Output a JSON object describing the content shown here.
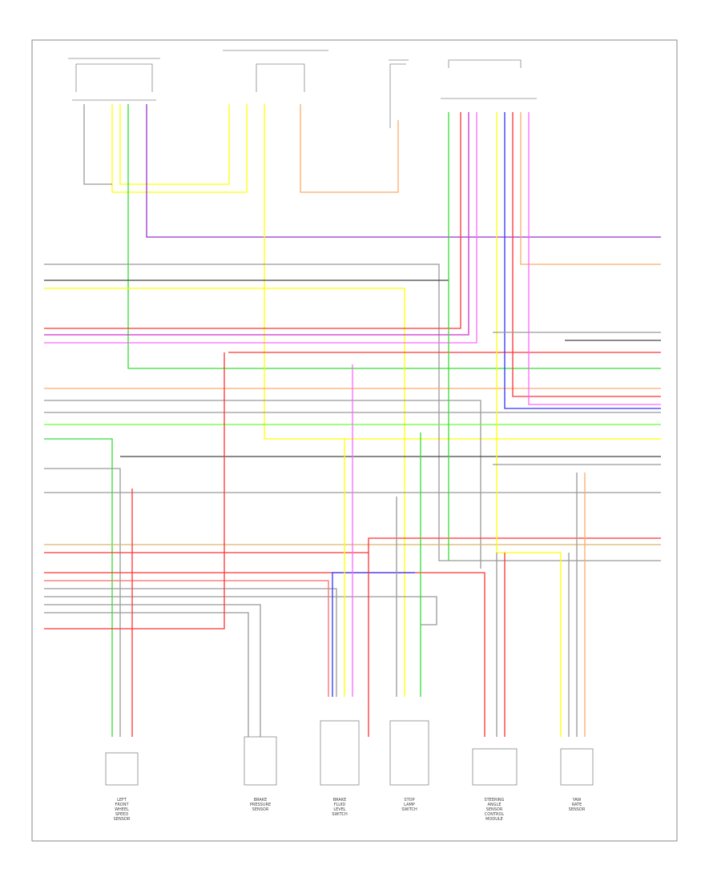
{
  "diagram": {
    "components": [
      {
        "id": "c1",
        "label": [
          "LEFT",
          "FRONT",
          "WHEEL",
          "SPEED",
          "SENSOR"
        ]
      },
      {
        "id": "c2",
        "label": [
          "BRAKE",
          "PRESSURE",
          "SENSOR"
        ]
      },
      {
        "id": "c3",
        "label": [
          "BRAKE",
          "FLUID",
          "LEVEL",
          "SWITCH"
        ]
      },
      {
        "id": "c4",
        "label": [
          "STOP",
          "LAMP",
          "SWITCH"
        ]
      },
      {
        "id": "c5",
        "label": [
          "STEERING",
          "ANGLE",
          "SENSOR",
          "CONTROL",
          "MODULE"
        ]
      },
      {
        "id": "c6",
        "label": [
          "YAW",
          "RATE",
          "SENSOR"
        ]
      }
    ],
    "colors": {
      "yellow": "#ffff00",
      "green": "#33dd33",
      "purple": "#9933cc",
      "red": "#ff3333",
      "pink": "#ff66ff",
      "orange": "#ffaa66",
      "gray": "#999999",
      "black": "#444444",
      "blue": "#3333ff",
      "lime": "#66ff33",
      "tan": "#d9b36c"
    }
  }
}
